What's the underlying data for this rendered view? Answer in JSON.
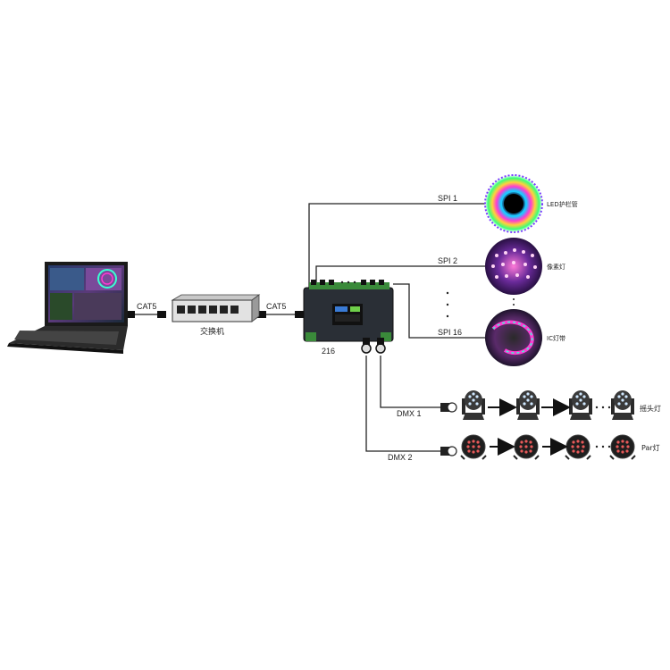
{
  "labels": {
    "cat5_left": "CAT5",
    "cat5_right": "CAT5",
    "switch": "交换机",
    "controller": "216",
    "spi1": "SPI 1",
    "spi2": "SPI 2",
    "spi16": "SPI 16",
    "dmx1": "DMX 1",
    "dmx2": "DMX 2",
    "led_tube": "LED护栏管",
    "pixel_light": "像素灯",
    "ic_strip": "IC灯带",
    "moving_head": "摇头灯",
    "par_light": "Par灯"
  },
  "colors": {
    "line": "#222222",
    "device": "#2a2f36",
    "screen_accent": "#3a7bd5",
    "led_green": "#6fcf4a"
  },
  "icons": {
    "laptop": "laptop-icon",
    "switch": "network-switch-icon",
    "controller": "led-controller-icon",
    "moving_head": "moving-head-light-icon",
    "par": "par-can-light-icon",
    "arrow": "arrow-right-icon"
  }
}
